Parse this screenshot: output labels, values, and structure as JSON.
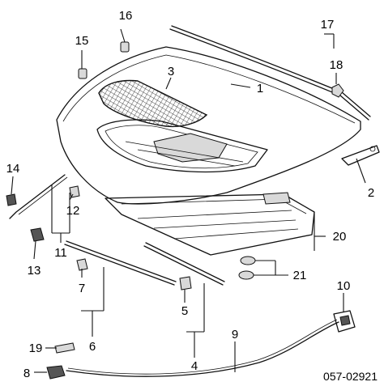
{
  "diagram": {
    "callouts": [
      {
        "id": "c1",
        "label": "1"
      },
      {
        "id": "c2",
        "label": "2"
      },
      {
        "id": "c3",
        "label": "3"
      },
      {
        "id": "c4",
        "label": "4"
      },
      {
        "id": "c5",
        "label": "5"
      },
      {
        "id": "c6",
        "label": "6"
      },
      {
        "id": "c7",
        "label": "7"
      },
      {
        "id": "c8",
        "label": "8"
      },
      {
        "id": "c9",
        "label": "9"
      },
      {
        "id": "c10",
        "label": "10"
      },
      {
        "id": "c11",
        "label": "11"
      },
      {
        "id": "c12",
        "label": "12"
      },
      {
        "id": "c13",
        "label": "13"
      },
      {
        "id": "c14",
        "label": "14"
      },
      {
        "id": "c15",
        "label": "15"
      },
      {
        "id": "c16",
        "label": "16"
      },
      {
        "id": "c17",
        "label": "17"
      },
      {
        "id": "c18",
        "label": "18"
      },
      {
        "id": "c19",
        "label": "19"
      },
      {
        "id": "c20",
        "label": "20"
      },
      {
        "id": "c21",
        "label": "21"
      }
    ],
    "diagram_code": "057-02921"
  }
}
